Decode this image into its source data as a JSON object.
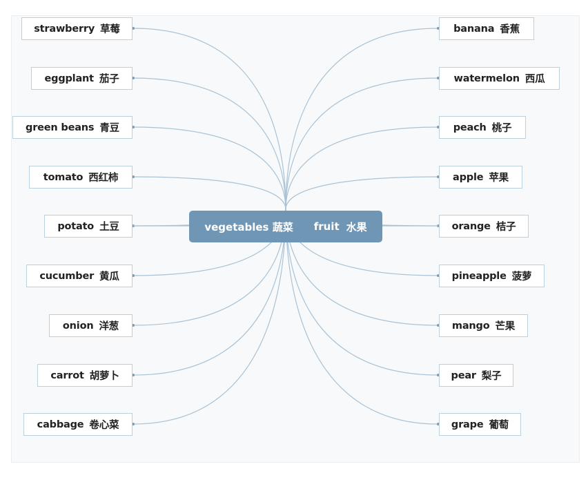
{
  "center": {
    "vegetables": "vegetables 蔬菜",
    "fruit": "fruit",
    "fruit_zh": "水果"
  },
  "vegetables": [
    {
      "en": "strawberry",
      "zh": "草莓"
    },
    {
      "en": "eggplant",
      "zh": "茄子"
    },
    {
      "en": "green beans",
      "zh": "青豆"
    },
    {
      "en": "tomato",
      "zh": "西红柿"
    },
    {
      "en": "potato",
      "zh": "土豆"
    },
    {
      "en": "cucumber",
      "zh": "黄瓜"
    },
    {
      "en": "onion",
      "zh": "洋葱"
    },
    {
      "en": "carrot",
      "zh": "胡萝卜"
    },
    {
      "en": "cabbage",
      "zh": "卷心菜"
    }
  ],
  "fruits": [
    {
      "en": "banana",
      "zh": "香蕉"
    },
    {
      "en": "watermelon",
      "zh": "西瓜"
    },
    {
      "en": "peach",
      "zh": "桃子"
    },
    {
      "en": "apple",
      "zh": "苹果"
    },
    {
      "en": "orange",
      "zh": "桔子"
    },
    {
      "en": "pineapple",
      "zh": "菠萝"
    },
    {
      "en": "mango",
      "zh": "芒果"
    },
    {
      "en": "pear",
      "zh": "梨子"
    },
    {
      "en": "grape",
      "zh": "葡萄"
    }
  ],
  "colors": {
    "center_fill": "#7096b5",
    "connector": "#a9c2d4",
    "leaf_border": "#bccfdc"
  }
}
